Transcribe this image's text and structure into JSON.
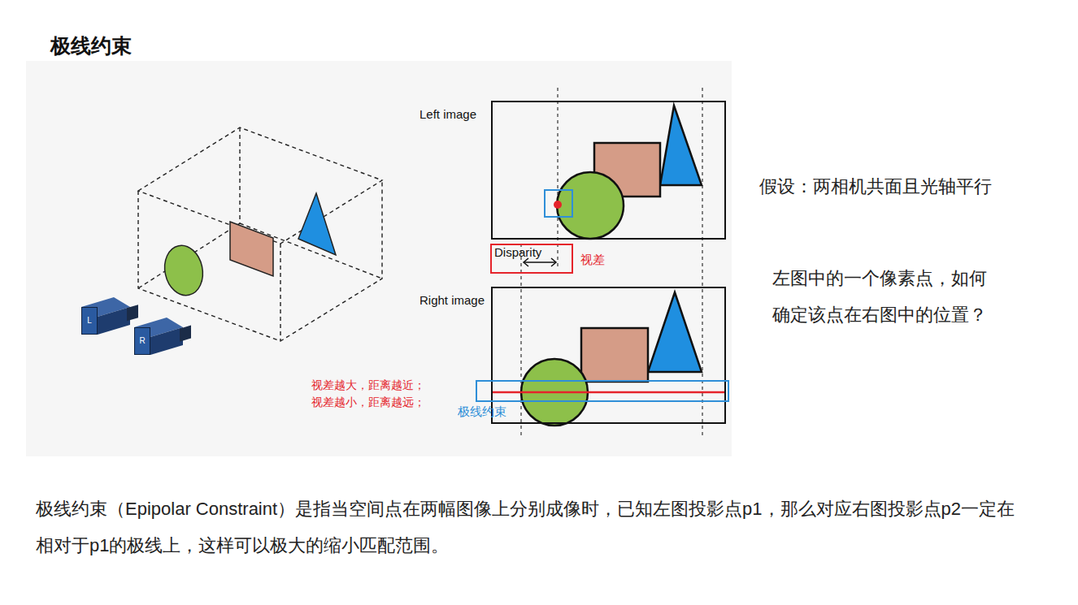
{
  "diagram": {
    "title": "极线约束",
    "nodes": [
      {
        "text": [
          "Left image"
        ]
      },
      {
        "text": [
          "Disparity"
        ]
      },
      {
        "text": [
          "Right image"
        ]
      },
      {
        "text": [
          "极线约束"
        ]
      },
      {
        "text": [
          "L"
        ]
      },
      {
        "text": [
          "R"
        ]
      }
    ],
    "labels": [
      "视差",
      "视差越大，距离越近；",
      "视差越小，距离越远；",
      "假设：两相机共面且光轴平行",
      "左图中的一个像素点，如何确定该点在右图中的位置？",
      "极线约束（Epipolar Constraint）是指当空间点在两幅图像上分别成像时，已知左图投影点p1，那么对应右图投影点p2一定在相对于p1的极线上，这样可以极大的缩小匹配范围。"
    ]
  }
}
